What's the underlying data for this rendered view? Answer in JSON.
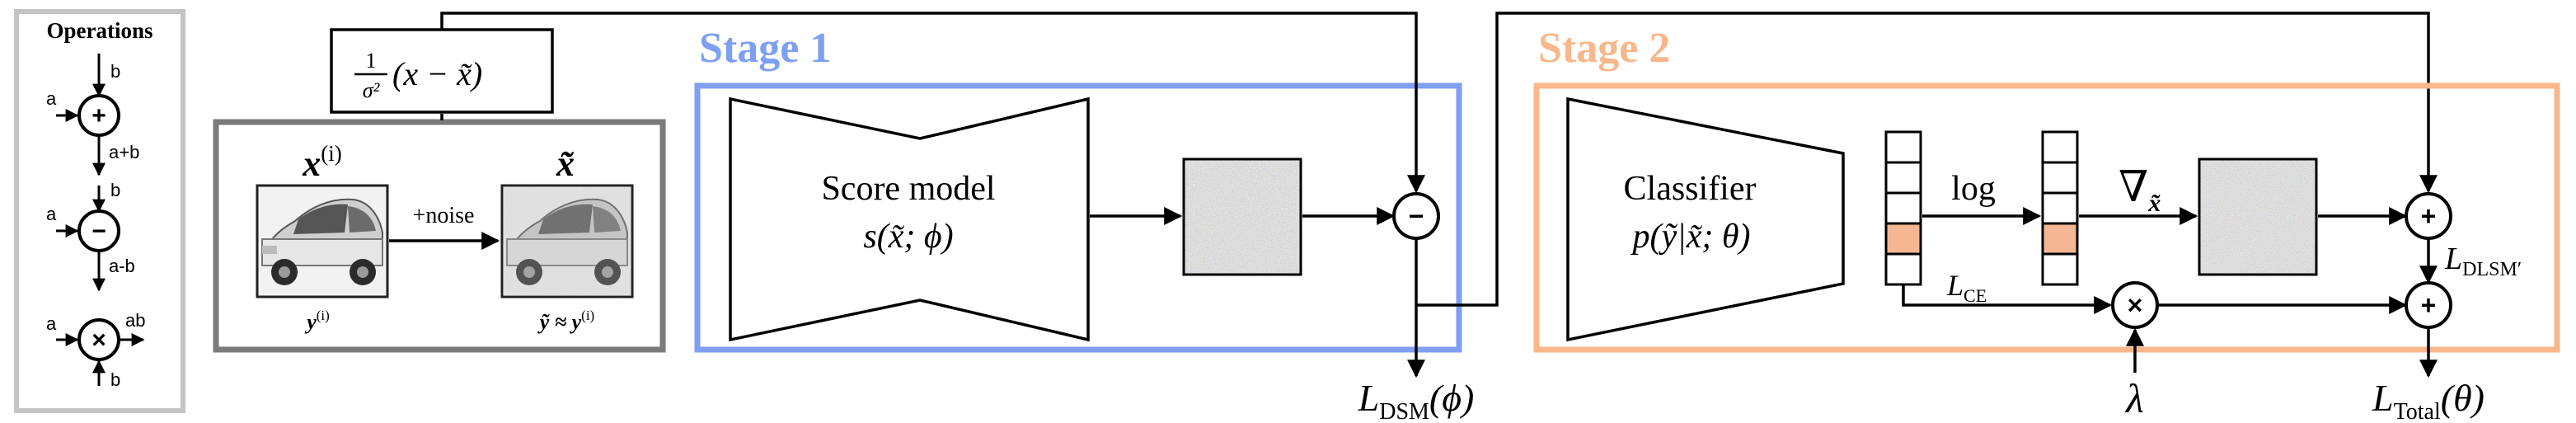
{
  "colors": {
    "stage1": "#7e9ff3",
    "stage2": "#f9b78c",
    "ops_border": "#c4c4c4",
    "data_border": "#7a7a7a",
    "highlight": "#f5b793",
    "line": "#000000"
  },
  "operations": {
    "title": "Operations",
    "add": {
      "a": "a",
      "b": "b",
      "out": "a+b",
      "symbol": "+"
    },
    "sub": {
      "a": "a",
      "b": "b",
      "out": "a-b",
      "symbol": "−"
    },
    "mul": {
      "a": "a",
      "b": "b",
      "out": "ab",
      "symbol": "×"
    }
  },
  "data_box": {
    "x_label": "x",
    "x_sup": "(i)",
    "y_label": "y",
    "y_sup": "(i)",
    "noise_label": "+noise",
    "xt_label": "x̃",
    "yt_eq": "ỹ ≈ y",
    "yt_sup": "(i)"
  },
  "target_box": {
    "frac_num": "1",
    "frac_den": "σ²",
    "expr": "(x − x̃)"
  },
  "stage1": {
    "title": "Stage 1",
    "model_name": "Score model",
    "model_fn": "s(x̃; ϕ)",
    "loss_main": "L",
    "loss_sub": "DSM",
    "loss_arg": "(ϕ)"
  },
  "stage2": {
    "title": "Stage 2",
    "classifier_name": "Classifier",
    "classifier_fn": "p(ỹ|x̃; θ)",
    "log_label": "log",
    "grad_label": "∇",
    "grad_sub": "x̃",
    "lce_main": "L",
    "lce_sub": "CE",
    "lambda": "λ",
    "ldlsm_main": "L",
    "ldlsm_sub": "DLSM′",
    "ltotal_main": "L",
    "ltotal_sub": "Total",
    "ltotal_arg": "(θ)"
  }
}
